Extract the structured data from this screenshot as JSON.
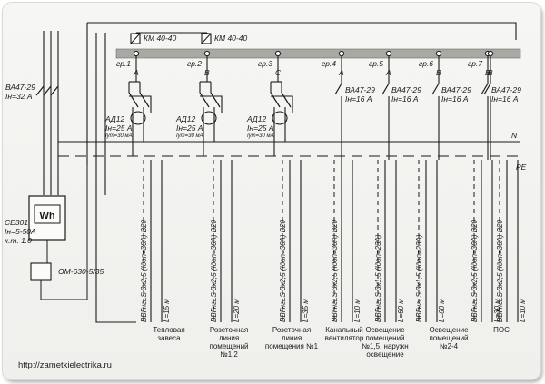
{
  "colors": {
    "background": "#ffffff",
    "paper": "#f2f2f0",
    "line": "#1a1a1a",
    "bus": "#a9a9a4"
  },
  "meter": {
    "device_label": "Wh",
    "lines": [
      "СЕ301",
      "Iн=5-50А",
      "к.т. 1.0"
    ]
  },
  "relay": {
    "label": "ОМ-630-5/35"
  },
  "main_breaker": {
    "lines": [
      "ВА47-29",
      "Iн=32 А"
    ]
  },
  "contactors": [
    {
      "label": "КМ 40-40"
    },
    {
      "label": "КМ 40-40"
    }
  ],
  "bus": {
    "n_label": "N",
    "pe_label": "PE"
  },
  "groups": [
    {
      "group": "гр.1",
      "phase": "A"
    },
    {
      "group": "гр.2",
      "phase": "B"
    },
    {
      "group": "гр.3",
      "phase": "C"
    },
    {
      "group": "гр.4",
      "phase": "A"
    },
    {
      "group": "гр.5",
      "phase": "A"
    },
    {
      "group": "гр.6",
      "phase": "B"
    },
    {
      "group": "гр.7",
      "phase": "B"
    },
    {
      "group": "",
      "phase": "B"
    }
  ],
  "rcds": [
    {
      "lines": [
        "АД12",
        "Iн=25 А",
        "Iут=30 мА"
      ]
    },
    {
      "lines": [
        "АД12",
        "Iн=25 А",
        "Iут=30 мА"
      ]
    },
    {
      "lines": [
        "АД12",
        "Iн=25 А",
        "Iут=30 мА"
      ]
    }
  ],
  "breakers": [
    {
      "lines": [
        "ВА47-29",
        "Iн=16 А"
      ]
    },
    {
      "lines": [
        "ВА47-29",
        "Iн=16 А"
      ]
    },
    {
      "lines": [
        "ВА47-29",
        "Iн=16 А"
      ]
    },
    {
      "lines": [
        "ВА47-29",
        "Iн=16 А"
      ]
    }
  ],
  "cables": [
    {
      "spec": "ВВГнгLS 3х2,5 (Iдоп=30А) В20",
      "length": "L=15 м"
    },
    {
      "spec": "ВВГнгLS 3х2,5 (Iдоп=30А) В20",
      "length": "L=20 м"
    },
    {
      "spec": "ВВГнгLS 3х2,5 (Iдоп=30А) В20",
      "length": "L=35 м"
    },
    {
      "spec": "ВВГнгLS 3х2,5 (Iдоп=30А) В20",
      "length": "L=10 м"
    },
    {
      "spec": "ВВГнгLS 3х1,5 (Iдоп=23А)",
      "length": "L=60 м"
    },
    {
      "spec": "ВВГнгLS 3х1,5 (Iдоп=23А)",
      "length": "L=60 м"
    },
    {
      "spec": "ВВГнгLS 3х2,5 (Iдоп=30А) В20",
      "length": "L=30 м"
    },
    {
      "spec": "ВВГнгLS 3х2,5 (Iдоп=30А) В20",
      "length": "L=10 м"
    }
  ],
  "captions": [
    {
      "lines": [
        "Тепловая",
        "завеса"
      ]
    },
    {
      "lines": [
        "Розеточная",
        "линия",
        "помещений",
        "№1,2"
      ]
    },
    {
      "lines": [
        "Розеточная",
        "линия",
        "помещения №1"
      ]
    },
    {
      "lines": [
        "Канальный",
        "вентилятор"
      ]
    },
    {
      "lines": [
        "Освещение",
        "помещений",
        "№1,5, наружн",
        "освещение"
      ]
    },
    {
      "lines": [
        "Освещение",
        "помещений",
        "№2-4"
      ]
    },
    {
      "lines": [
        "ПОС"
      ]
    }
  ],
  "footer": {
    "url": "http://zametkielectrika.ru"
  }
}
